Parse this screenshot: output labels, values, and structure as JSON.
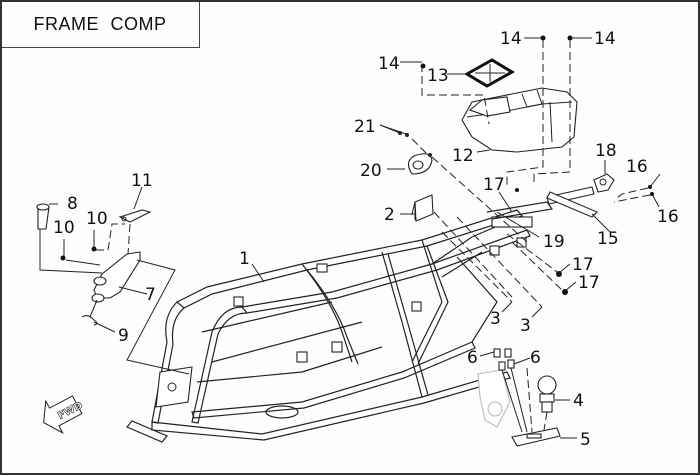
{
  "title": "FRAME COMP",
  "direction_indicator": {
    "label": "FWD",
    "icon": "forward-arrow-icon"
  },
  "callouts": [
    {
      "id": "c1",
      "label": "1",
      "part": "frame"
    },
    {
      "id": "c2",
      "label": "2",
      "part": "plate"
    },
    {
      "id": "c3a",
      "label": "3",
      "part": "bolt"
    },
    {
      "id": "c3b",
      "label": "3",
      "part": "bolt"
    },
    {
      "id": "c4",
      "label": "4",
      "part": "ball-joint"
    },
    {
      "id": "c5",
      "label": "5",
      "part": "hitch-bracket"
    },
    {
      "id": "c6a",
      "label": "6",
      "part": "bolt"
    },
    {
      "id": "c6b",
      "label": "6",
      "part": "bolt"
    },
    {
      "id": "c7",
      "label": "7",
      "part": "bracket"
    },
    {
      "id": "c8",
      "label": "8",
      "part": "sleeve"
    },
    {
      "id": "c9",
      "label": "9",
      "part": "clip"
    },
    {
      "id": "c10a",
      "label": "10",
      "part": "bolt"
    },
    {
      "id": "c10b",
      "label": "10",
      "part": "bolt"
    },
    {
      "id": "c11",
      "label": "11",
      "part": "bracket"
    },
    {
      "id": "c12",
      "label": "12",
      "part": "storage-box"
    },
    {
      "id": "c13",
      "label": "13",
      "part": "cover"
    },
    {
      "id": "c14a",
      "label": "14",
      "part": "screw"
    },
    {
      "id": "c14b",
      "label": "14",
      "part": "screw"
    },
    {
      "id": "c14c",
      "label": "14",
      "part": "screw"
    },
    {
      "id": "c15",
      "label": "15",
      "part": "rear-bracket"
    },
    {
      "id": "c16a",
      "label": "16",
      "part": "bolt"
    },
    {
      "id": "c16b",
      "label": "16",
      "part": "bolt"
    },
    {
      "id": "c17a",
      "label": "17",
      "part": "nut"
    },
    {
      "id": "c17b",
      "label": "17",
      "part": "nut"
    },
    {
      "id": "c17c",
      "label": "17",
      "part": "nut"
    },
    {
      "id": "c18",
      "label": "18",
      "part": "latch"
    },
    {
      "id": "c19",
      "label": "19",
      "part": "bolt"
    },
    {
      "id": "c20",
      "label": "20",
      "part": "holder"
    },
    {
      "id": "c21",
      "label": "21",
      "part": "screw"
    }
  ]
}
